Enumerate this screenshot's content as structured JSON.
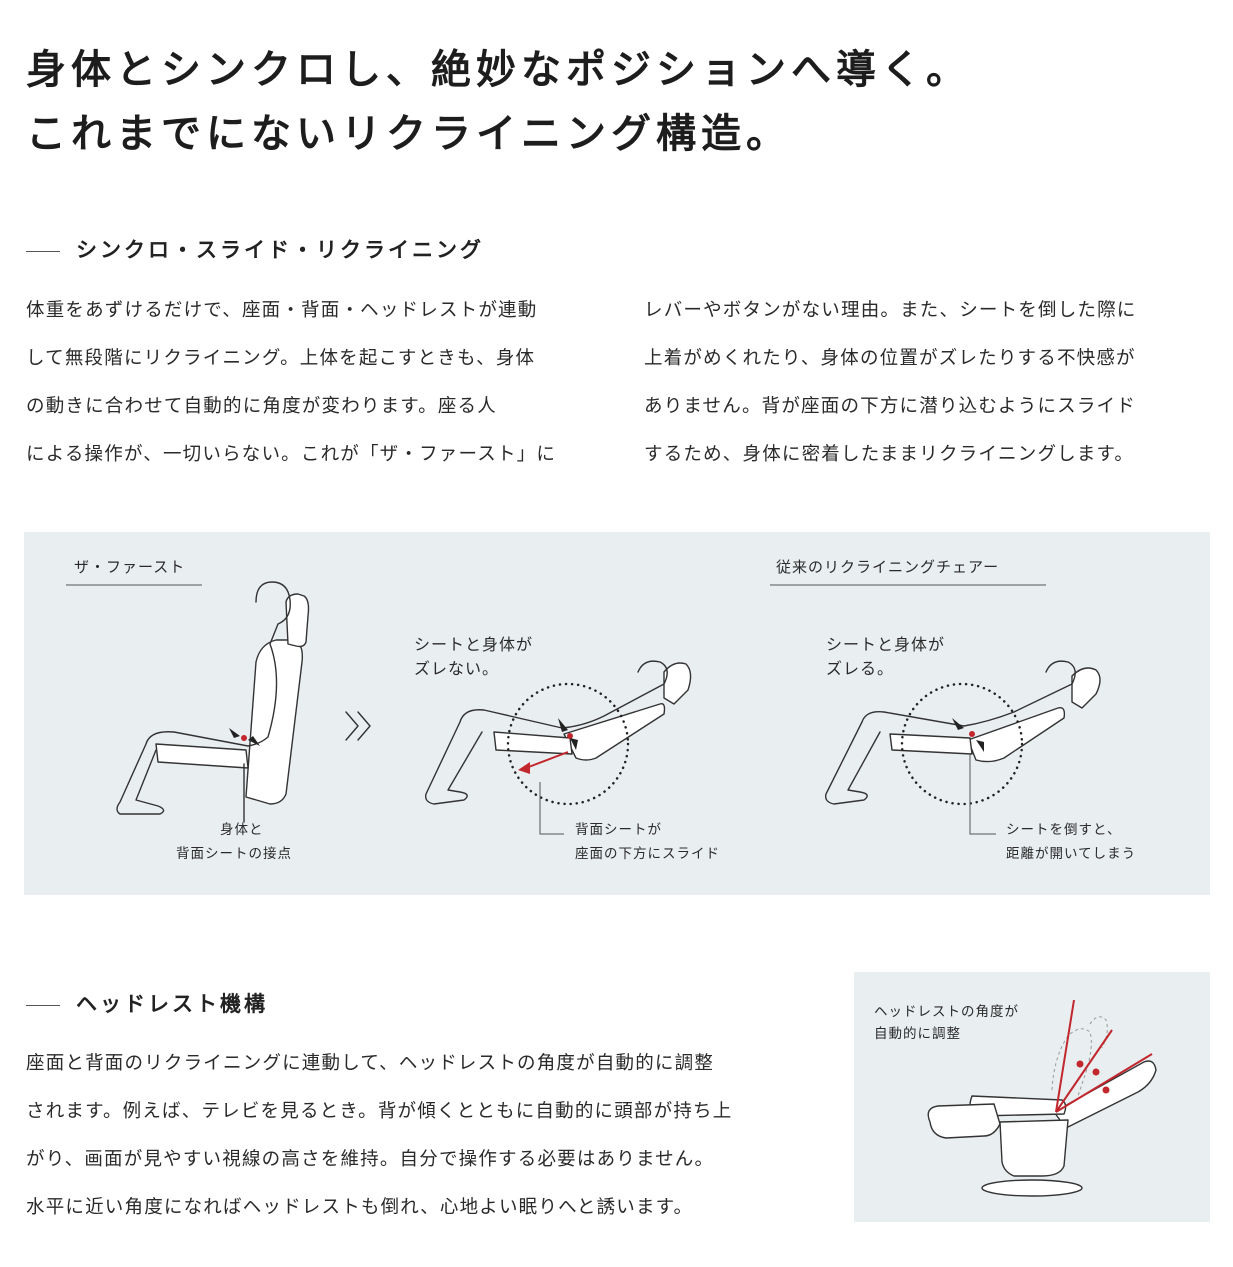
{
  "headline": {
    "line1": "身体とシンクロし、絶妙なポジションへ導く。",
    "line2": "これまでにないリクライニング構造。"
  },
  "synchro": {
    "heading": "シンクロ・スライド・リクライニング",
    "col1": [
      "体重をあずけるだけで、座面・背面・ヘッドレストが連動",
      "して無段階にリクライニング。上体を起こすときも、身体",
      "の動きに合わせて自動的に角度が変わります。座る人",
      "による操作が、一切いらない。これが「ザ・ファースト」に"
    ],
    "col2": [
      "レバーやボタンがない理由。また、シートを倒した際に",
      "上着がめくれたり、身体の位置がズレたりする不快感が",
      "ありません。背が座面の下方に潜り込むようにスライド",
      "するため、身体に密着したままリクライニングします。"
    ]
  },
  "diagram": {
    "label_first": "ザ・ファースト",
    "label_conventional": "従来のリクライニングチェアー",
    "caption1_line1": "身体と",
    "caption1_line2": "背面シートの接点",
    "bubble2_line1": "シートと身体が",
    "bubble2_line2": "ズレない。",
    "caption2_line1": "背面シートが",
    "caption2_line2": "座面の下方にスライド",
    "bubble3_line1": "シートと身体が",
    "bubble3_line2": "ズレる。",
    "caption3_line1": "シートを倒すと、",
    "caption3_line2": "距離が開いてしまう",
    "arrow_symbol": "»",
    "accent_color": "#c1272d",
    "panel_color": "#e9eef1"
  },
  "headrest": {
    "heading": "ヘッドレスト機構",
    "lines": [
      "座面と背面のリクライニングに連動して、ヘッドレストの角度が自動的に調整",
      "されます。例えば、テレビを見るとき。背が傾くとともに自動的に頭部が持ち上",
      "がり、画面が見やすい視線の高さを維持。自分で操作する必要はありません。",
      "水平に近い角度になればヘッドレストも倒れ、心地よい眠りへと誘います。"
    ],
    "image_caption_line1": "ヘッドレストの角度が",
    "image_caption_line2": "自動的に調整"
  }
}
